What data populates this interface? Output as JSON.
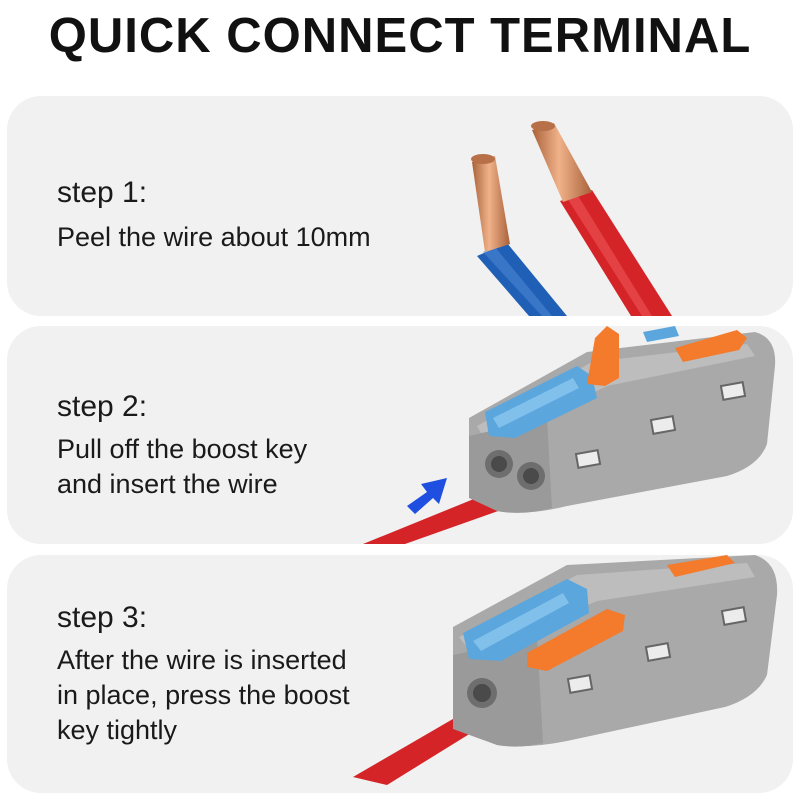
{
  "title": "QUICK CONNECT TERMINAL",
  "steps": [
    {
      "label": "step 1:",
      "lines": [
        "Peel the wire about 10mm"
      ]
    },
    {
      "label": "step 2:",
      "lines": [
        "Pull off the boost key",
        "and insert the wire"
      ]
    },
    {
      "label": "step 3:",
      "lines": [
        "After the wire is inserted",
        "in place, press the boost",
        "key tightly"
      ]
    }
  ],
  "colors": {
    "card_bg": "#f1f1f1",
    "wire_red": "#d42428",
    "wire_blue": "#1f5fb5",
    "copper": "#d08a60",
    "connector_gray": "#a9a9a9",
    "lever_blue": "#5aa6dd",
    "lever_orange": "#f47a2c",
    "arrow_blue": "#1f4fe0"
  }
}
